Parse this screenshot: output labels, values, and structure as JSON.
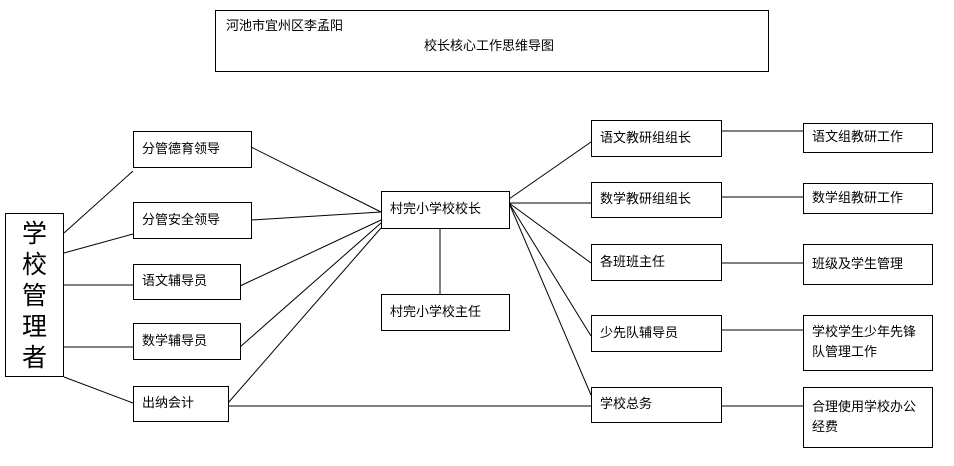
{
  "header": {
    "author": "河池市宜州区李孟阳",
    "title": "校长核心工作思维导图"
  },
  "root": {
    "chars": [
      "学",
      "校",
      "管",
      "理",
      "者"
    ]
  },
  "left_items": [
    "分管德育领导",
    "分管安全领导",
    "语文辅导员",
    "数学辅导员",
    "出纳会计"
  ],
  "center": {
    "principal": "村完小学校校长",
    "director": "村完小学校主任"
  },
  "right_items": [
    "语文教研组组长",
    "数学教研组组长",
    "各班班主任",
    "少先队辅导员",
    "学校总务"
  ],
  "far_right_items": [
    "语文组教研工作",
    "数学组教研工作",
    "班级及学生管理",
    "学校学生少年先锋队管理工作",
    "合理使用学校办公经费"
  ]
}
